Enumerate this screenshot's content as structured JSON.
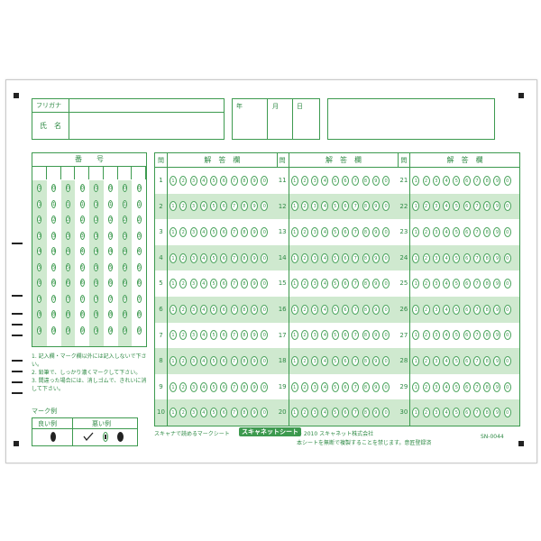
{
  "header": {
    "furigana_label": "フリガナ",
    "name_label": "氏　名",
    "year_label": "年",
    "month_label": "月",
    "day_label": "日"
  },
  "id_section": {
    "title": "番　　号",
    "digits": [
      "0",
      "1",
      "2",
      "3",
      "4",
      "5",
      "6",
      "7",
      "8",
      "9"
    ],
    "columns": 8
  },
  "answer_section": {
    "q_header": "問",
    "col_header": "解　答　欄",
    "columns": [
      {
        "questions": [
          "1",
          "2",
          "3",
          "4",
          "5",
          "6",
          "7",
          "8",
          "9",
          "10"
        ]
      },
      {
        "questions": [
          "11",
          "12",
          "13",
          "14",
          "15",
          "16",
          "17",
          "18",
          "19",
          "20"
        ]
      },
      {
        "questions": [
          "21",
          "22",
          "23",
          "24",
          "25",
          "26",
          "27",
          "28",
          "29",
          "30"
        ]
      }
    ],
    "choices": [
      "1",
      "2",
      "3",
      "4",
      "5",
      "6",
      "7",
      "8",
      "9",
      "0"
    ]
  },
  "notes": {
    "items": [
      "1. 記入欄・マーク欄以外には記入しないで下さい。",
      "2. 鉛筆で、しっかり濃くマークして下さい。",
      "3. 間違った場合には、消しゴムで、きれいに消して下さい。"
    ]
  },
  "mark_example": {
    "title": "マーク例",
    "good_label": "良い例",
    "bad_label": "悪い例"
  },
  "footer": {
    "tagline": "スキャナで読めるマークシート",
    "brand": "スキャネットシート",
    "copyright": "© 2010 スキャネット株式会社",
    "notice": "本シートを無断で複製することを禁じます。意匠登録済",
    "code": "SN-0044"
  },
  "colors": {
    "green": "#3d9a4f",
    "light_green": "#cfe9cf",
    "marker": "#222222"
  }
}
